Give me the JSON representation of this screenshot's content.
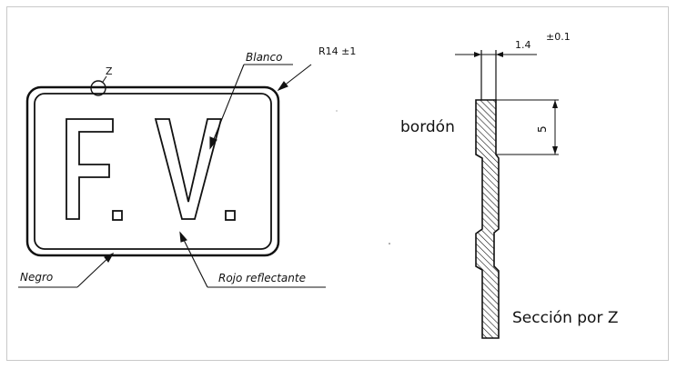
{
  "figure": {
    "plate_letters": "F.V.",
    "labels": {
      "detail_marker": "Z",
      "white": "Blanco",
      "radius": "R14 ±1",
      "black": "Negro",
      "red": "Rojo reflectante",
      "rim": "bordón",
      "section": "Sección por Z"
    },
    "dimensions": {
      "thickness": "1.4",
      "tolerance": "±0.1",
      "rim_height": "5"
    }
  }
}
